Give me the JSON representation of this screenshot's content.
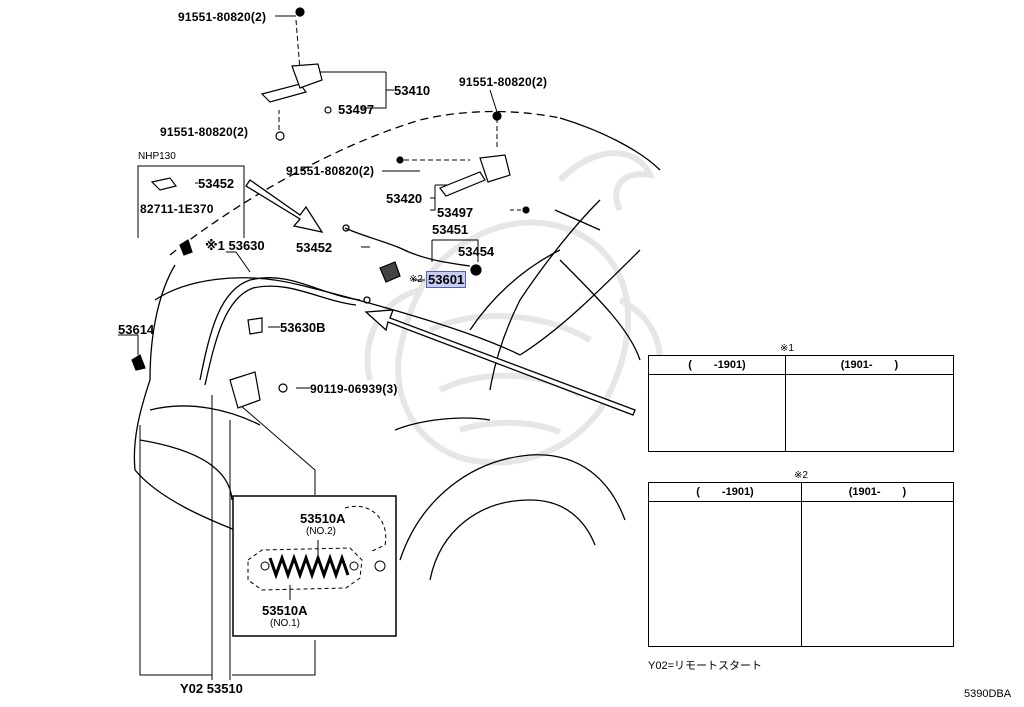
{
  "labels": {
    "bolt_top": "91551-80820(2)",
    "bolt_right": "91551-80820(2)",
    "bolt_left": "91551-80820(2)",
    "bolt_mid": "91551-80820(2)",
    "p53410": "53410",
    "p53497_top": "53497",
    "nhp130": "NHP130",
    "p53452_left": "53452",
    "p82711": "82711-1E370",
    "p53630": "※1 53630",
    "p53452_mid": "53452",
    "p53420": "53420",
    "p53497_mid": "53497",
    "p53451": "53451",
    "p53454": "53454",
    "p53601_mark": "※2",
    "p53601": "53601",
    "p53614": "53614",
    "p53630b": "53630B",
    "p90119": "90119-06939(3)",
    "p53510a_no2": "53510A",
    "no2": "(NO.2)",
    "p53510a_no1": "53510A",
    "no1": "(NO.1)",
    "y02_53510": "Y02 53510",
    "note_y02": "Y02=リモートスタート",
    "code": "5390DBA"
  },
  "panel1": {
    "mark": "※1",
    "col_left": "(　　-1901)",
    "col_right": "(1901-　　)"
  },
  "panel2": {
    "mark": "※2",
    "col_left": "(　　-1901)",
    "col_right": "(1901-　　)"
  },
  "colors": {
    "highlight_fill": "#c9cdf4",
    "highlight_border": "#5860b8",
    "watermark": "#e6e6e6"
  }
}
